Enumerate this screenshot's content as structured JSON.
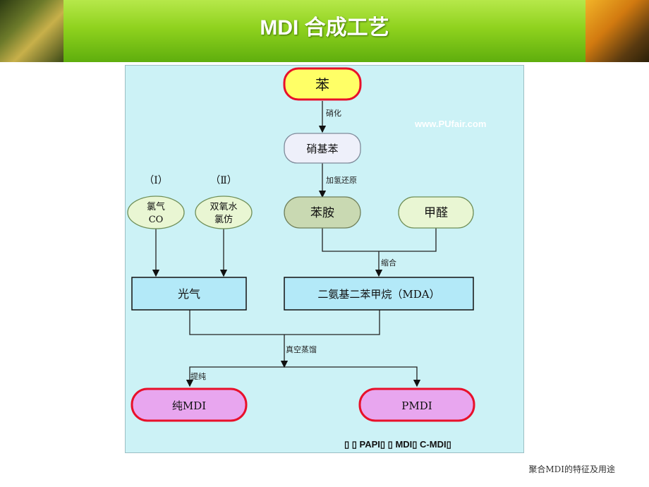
{
  "header": {
    "title": "MDI 合成工艺"
  },
  "diagram": {
    "watermark": "www.PUfair.com",
    "nodes": {
      "benzene": "苯",
      "nitrobenzene": "硝基苯",
      "aniline": "苯胺",
      "formaldehyde": "甲醛",
      "marker1": "（Ⅰ）",
      "marker2": "（Ⅱ）",
      "chlorine_co_line1": "氯气",
      "chlorine_co_line2": "CO",
      "diphosgene_line1": "双氧水",
      "diphosgene_line2": "氯仿",
      "phosgene": "光气",
      "mda": "二氨基二苯甲烷（MDA）",
      "pure_mdi": "纯MDI",
      "pmdi": "PMDI"
    },
    "edges": {
      "nitration": "硝化",
      "hydrogenation": "加氢还原",
      "condensation": "缩合",
      "vacuum_distillation": "真空蒸馏",
      "purification": "提纯"
    },
    "note": "▯ ▯ PAPI▯ ▯ MDI▯ C-MDI▯"
  },
  "footer": {
    "text": "聚合MDI的特征及用途"
  },
  "colors": {
    "header_green": "#8fd21e",
    "diagram_bg": "#ccf2f6",
    "benzene_fill": "#ffff66",
    "benzene_border": "#e8102a",
    "ellipse_fill": "#e9f6d3",
    "aniline_fill": "#c9d9b2",
    "rect_fill": "#b3e9f8",
    "product_fill": "#e8a6ef",
    "product_border": "#e8102a",
    "watermark": "#ffffff"
  }
}
